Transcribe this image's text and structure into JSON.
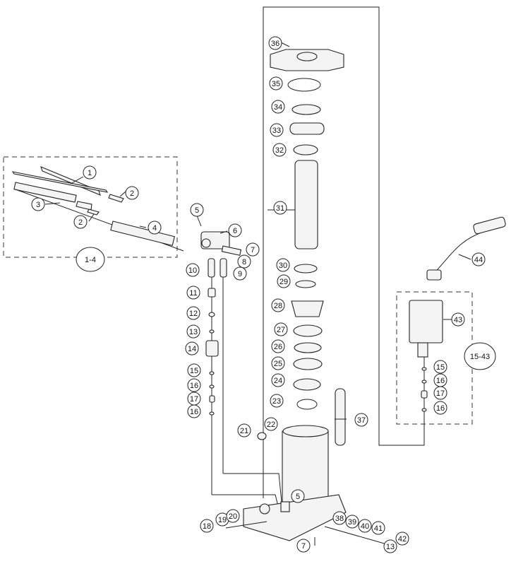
{
  "callouts": [
    {
      "id": "c1",
      "label": "1"
    },
    {
      "id": "c2a",
      "label": "2"
    },
    {
      "id": "c2b",
      "label": "2"
    },
    {
      "id": "c3",
      "label": "3"
    },
    {
      "id": "c4",
      "label": "4"
    },
    {
      "id": "c5a",
      "label": "5"
    },
    {
      "id": "c5b",
      "label": "5"
    },
    {
      "id": "c6",
      "label": "6"
    },
    {
      "id": "c7a",
      "label": "7"
    },
    {
      "id": "c7b",
      "label": "7"
    },
    {
      "id": "c8",
      "label": "8"
    },
    {
      "id": "c9",
      "label": "9"
    },
    {
      "id": "c10",
      "label": "10"
    },
    {
      "id": "c11",
      "label": "11"
    },
    {
      "id": "c12",
      "label": "12"
    },
    {
      "id": "c13a",
      "label": "13"
    },
    {
      "id": "c13b",
      "label": "13"
    },
    {
      "id": "c14",
      "label": "14"
    },
    {
      "id": "c15a",
      "label": "15"
    },
    {
      "id": "c15b",
      "label": "15"
    },
    {
      "id": "c16a",
      "label": "16"
    },
    {
      "id": "c16b",
      "label": "16"
    },
    {
      "id": "c16c",
      "label": "16"
    },
    {
      "id": "c16d",
      "label": "16"
    },
    {
      "id": "c17a",
      "label": "17"
    },
    {
      "id": "c17b",
      "label": "17"
    },
    {
      "id": "c18",
      "label": "18"
    },
    {
      "id": "c19",
      "label": "19"
    },
    {
      "id": "c20",
      "label": "20"
    },
    {
      "id": "c21",
      "label": "21"
    },
    {
      "id": "c22",
      "label": "22"
    },
    {
      "id": "c23",
      "label": "23"
    },
    {
      "id": "c24",
      "label": "24"
    },
    {
      "id": "c25",
      "label": "25"
    },
    {
      "id": "c26",
      "label": "26"
    },
    {
      "id": "c27",
      "label": "27"
    },
    {
      "id": "c28",
      "label": "28"
    },
    {
      "id": "c29",
      "label": "29"
    },
    {
      "id": "c30",
      "label": "30"
    },
    {
      "id": "c31",
      "label": "31"
    },
    {
      "id": "c32",
      "label": "32"
    },
    {
      "id": "c33",
      "label": "33"
    },
    {
      "id": "c34",
      "label": "34"
    },
    {
      "id": "c35",
      "label": "35"
    },
    {
      "id": "c36",
      "label": "36"
    },
    {
      "id": "c37",
      "label": "37"
    },
    {
      "id": "c38",
      "label": "38"
    },
    {
      "id": "c39",
      "label": "39"
    },
    {
      "id": "c40",
      "label": "40"
    },
    {
      "id": "c41",
      "label": "41"
    },
    {
      "id": "c42",
      "label": "42"
    },
    {
      "id": "c43",
      "label": "43"
    },
    {
      "id": "c44",
      "label": "44"
    }
  ],
  "groups": {
    "handle_kit": "1-4",
    "air_motor_kit": "15-43"
  }
}
